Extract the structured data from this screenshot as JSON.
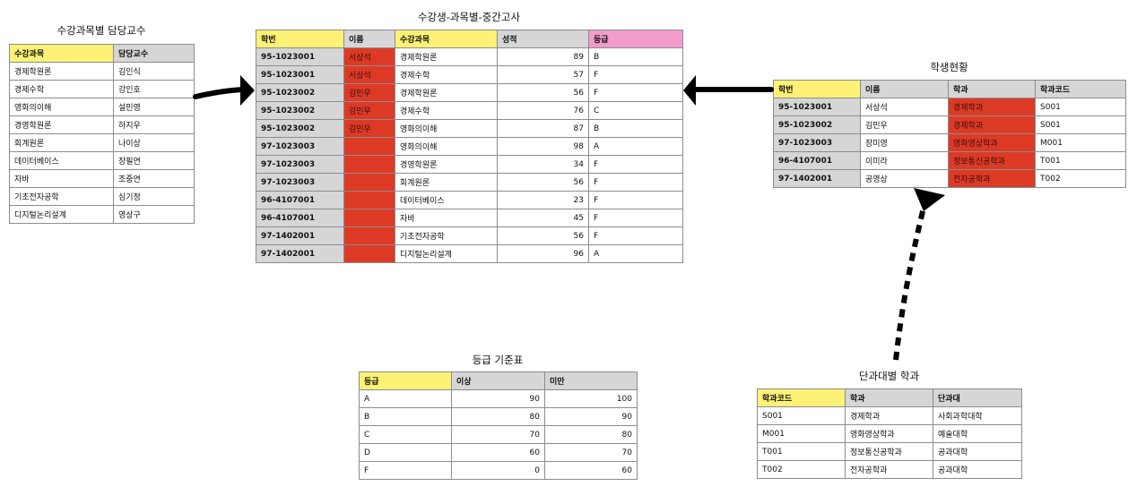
{
  "prof_table": {
    "title": "수강과목별 담당교수",
    "headers": [
      "수강과목",
      "담당교수"
    ],
    "rows": [
      [
        "경제학원론",
        "김인식"
      ],
      [
        "경제수학",
        "강인호"
      ],
      [
        "영화의이해",
        "설민영"
      ],
      [
        "경영학원론",
        "하지우"
      ],
      [
        "회계원론",
        "나이상"
      ],
      [
        "데이터베이스",
        "장필연"
      ],
      [
        "자바",
        "조중연"
      ],
      [
        "기초전자공학",
        "심기정"
      ],
      [
        "디지털논리설계",
        "영상구"
      ]
    ]
  },
  "exam_table": {
    "title": "수강생-과목별-중간고사",
    "headers": [
      "학번",
      "이름",
      "수강과목",
      "성적",
      "등급"
    ],
    "rows": [
      [
        "95-1023001",
        "서상석",
        "경제학원론",
        "89",
        "B"
      ],
      [
        "95-1023001",
        "서상석",
        "경제수학",
        "57",
        "F"
      ],
      [
        "95-1023002",
        "김민우",
        "경제학원론",
        "56",
        "F"
      ],
      [
        "95-1023002",
        "김민우",
        "경제수학",
        "76",
        "C"
      ],
      [
        "95-1023002",
        "김민우",
        "영화의이해",
        "87",
        "B"
      ],
      [
        "97-1023003",
        "",
        "영화의이해",
        "98",
        "A"
      ],
      [
        "97-1023003",
        "",
        "경영학원론",
        "34",
        "F"
      ],
      [
        "97-1023003",
        "",
        "회계원론",
        "56",
        "F"
      ],
      [
        "96-4107001",
        "",
        "데이터베이스",
        "23",
        "F"
      ],
      [
        "96-4107001",
        "",
        "자바",
        "45",
        "F"
      ],
      [
        "97-1402001",
        "",
        "기초전자공학",
        "56",
        "F"
      ],
      [
        "97-1402001",
        "",
        "디지털논리설계",
        "96",
        "A"
      ]
    ]
  },
  "student_table": {
    "title": "학생현황",
    "headers": [
      "학번",
      "이름",
      "학과",
      "학과코드"
    ],
    "rows": [
      [
        "95-1023001",
        "서상석",
        "경제학과",
        "S001"
      ],
      [
        "95-1023002",
        "김민우",
        "경제학과",
        "S001"
      ],
      [
        "97-1023003",
        "장미영",
        "영화영상학과",
        "M001"
      ],
      [
        "96-4107001",
        "이미라",
        "정보통신공학과",
        "T001"
      ],
      [
        "97-1402001",
        "공영상",
        "전자공학과",
        "T002"
      ]
    ]
  },
  "grade_table": {
    "title": "등급 기준표",
    "headers": [
      "등급",
      "이상",
      "미만"
    ],
    "rows": [
      [
        "A",
        "90",
        "100"
      ],
      [
        "B",
        "80",
        "90"
      ],
      [
        "C",
        "70",
        "80"
      ],
      [
        "D",
        "60",
        "70"
      ],
      [
        "F",
        "0",
        "60"
      ]
    ]
  },
  "dept_table": {
    "title": "단과대별 학과",
    "headers": [
      "학과코드",
      "학과",
      "단과대"
    ],
    "rows": [
      [
        "S001",
        "경제학과",
        "사회과학대학"
      ],
      [
        "M001",
        "영화영상학과",
        "예술대학"
      ],
      [
        "T001",
        "정보통신공학과",
        "공과대학"
      ],
      [
        "T002",
        "전자공학과",
        "공과대학"
      ]
    ]
  },
  "colors": {
    "key_header": "#fdf275",
    "grade_header": "#f29ccb",
    "highlight": "#dd3a26",
    "header_gray": "#d6d6d6"
  }
}
